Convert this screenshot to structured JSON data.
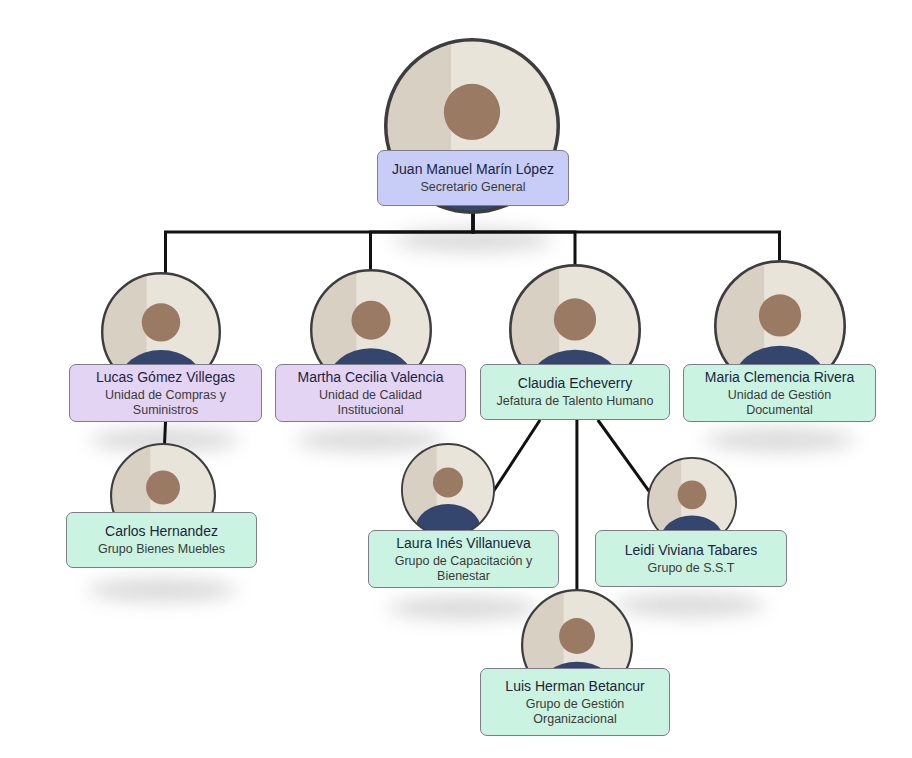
{
  "diagram": {
    "nodes": [
      {
        "text": [
          "Juan Manuel Marín López",
          "Secretario General"
        ]
      },
      {
        "text": [
          "Lucas Gómez Villegas",
          "Unidad de Compras y Suministros"
        ]
      },
      {
        "text": [
          "Martha Cecilia Valencia",
          "Unidad de Calidad Institucional"
        ]
      },
      {
        "text": [
          "Claudia Echeverry",
          "Jefatura de Talento Humano"
        ]
      },
      {
        "text": [
          "Maria Clemencia Rivera",
          "Unidad de Gestión Documental"
        ]
      },
      {
        "text": [
          "Carlos Hernandez",
          "Grupo Bienes Muebles"
        ]
      },
      {
        "text": [
          "Laura Inés Villanueva",
          "Grupo de Capacitación y Bienestar"
        ]
      },
      {
        "text": [
          "Leidi Viviana Tabares",
          "Grupo de S.S.T"
        ]
      },
      {
        "text": [
          "Luis Herman Betancur",
          "Grupo de Gestión Organizacional"
        ]
      }
    ],
    "edges": [
      {
        "from": 0,
        "to": 1,
        "arrow": "none"
      },
      {
        "from": 0,
        "to": 2,
        "arrow": "none"
      },
      {
        "from": 0,
        "to": 3,
        "arrow": "none"
      },
      {
        "from": 0,
        "to": 4,
        "arrow": "none"
      },
      {
        "from": 1,
        "to": 5,
        "arrow": "none"
      },
      {
        "from": 3,
        "to": 6,
        "arrow": "none"
      },
      {
        "from": 3,
        "to": 7,
        "arrow": "none"
      },
      {
        "from": 3,
        "to": 8,
        "arrow": "none"
      }
    ]
  }
}
